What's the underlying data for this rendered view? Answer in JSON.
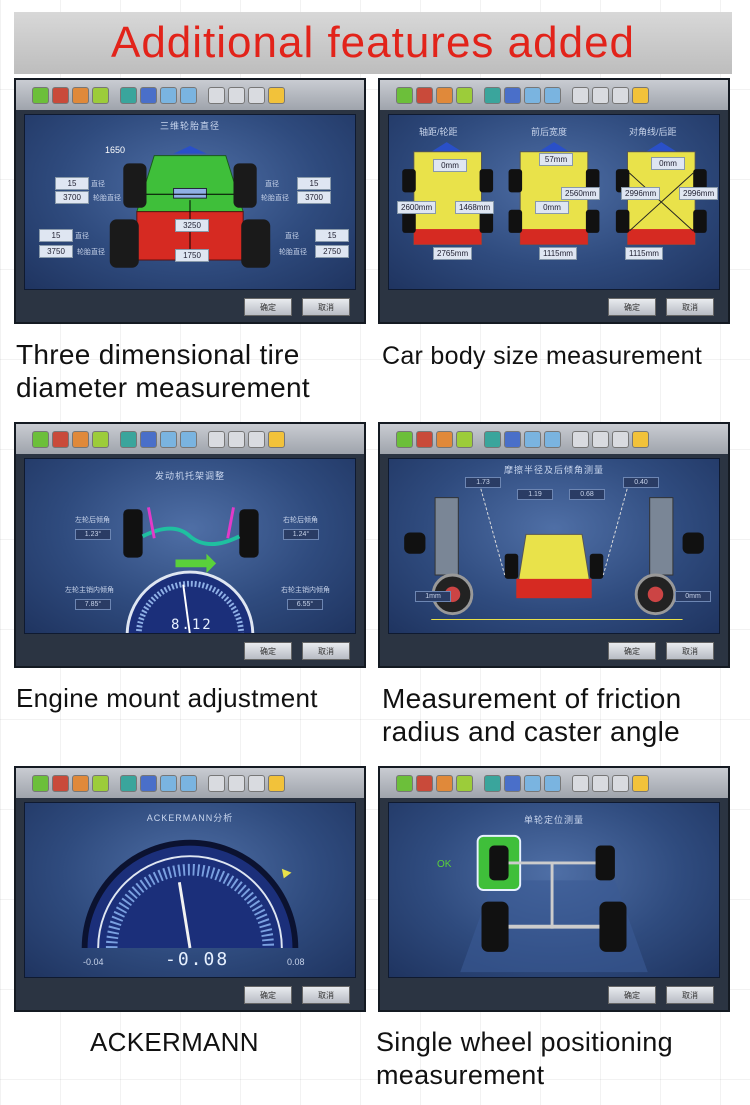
{
  "banner": {
    "title": "Additional features added"
  },
  "colors": {
    "banner_text": "#e2231a",
    "screen_bg": "#2f4b7e",
    "body_green": "#3fbf3a",
    "body_red": "#d62a22",
    "body_yellow": "#e9e24a"
  },
  "toolbar_icons": [
    "home-icon",
    "user-icon",
    "house-icon",
    "list-icon",
    "gauge-icon",
    "wrench-icon",
    "chart-icon",
    "search-icon",
    "blank-icon",
    "blank-icon",
    "print-icon",
    "folder-icon"
  ],
  "panels": {
    "tire3d": {
      "caption": "Three dimensional tire diameter measurement",
      "title": "三维轮胎直径",
      "top_value": "1650",
      "fl_size": "15",
      "fl_value": "3700",
      "fr_size": "15",
      "fr_value": "3700",
      "center_value": "3250",
      "bottom_value": "1750",
      "rl_size": "15",
      "rl_value": "3750",
      "rr_size": "15",
      "rr_value": "2750",
      "size_label": "直径",
      "diameter_label": "轮胎直径"
    },
    "bodysize": {
      "caption": "Car body size measurement",
      "col1": "轴距/轮距",
      "col2": "前后宽度",
      "col3": "对角线/后距",
      "chips": [
        "0mm",
        "2600mm",
        "1468mm",
        "57mm",
        "2560mm",
        "0mm",
        "2765mm",
        "1115mm",
        "0mm",
        "2996mm",
        "2996mm",
        "1115mm"
      ]
    },
    "engine": {
      "caption": "Engine mount adjustment",
      "title": "发动机托架调整",
      "l_top_label": "左轮后倾角",
      "l_top_value": "1.23°",
      "r_top_label": "右轮后倾角",
      "r_top_value": "1.24°",
      "l_bot_label": "左轮主销内倾角",
      "l_bot_value": "7.85°",
      "r_bot_label": "右轮主销内倾角",
      "r_bot_value": "6.55°",
      "gauge_value": "8.12"
    },
    "friction": {
      "caption": "Measurement of friction radius and caster angle",
      "title": "摩擦半径及后倾角测量",
      "chips": [
        "1.73",
        "1.19",
        "0.68",
        "0.40",
        "1mm",
        "0mm"
      ]
    },
    "ackermann": {
      "caption": "ACKERMANN",
      "title": "ACKERMANN分析",
      "left_value": "-0.04",
      "center_value": "-0.08",
      "right_value": "0.08"
    },
    "single": {
      "caption": "Single wheel positioning measurement",
      "title": "单轮定位测量",
      "badge": "OK"
    }
  },
  "buttons": {
    "ok": "确定",
    "cancel": "取消"
  }
}
